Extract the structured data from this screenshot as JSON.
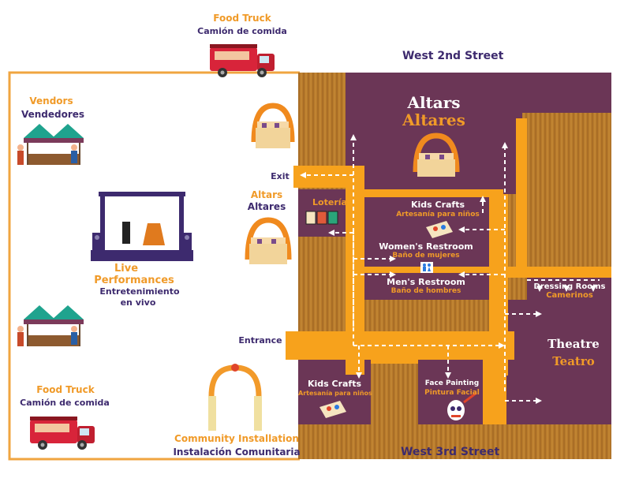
{
  "streets": {
    "north": "West 2nd Street",
    "south": "West 3rd Street"
  },
  "food_truck_top": {
    "en": "Food Truck",
    "es": "Camión de comida"
  },
  "food_truck_bottom": {
    "en": "Food Truck",
    "es": "Camión de comida"
  },
  "vendors": {
    "en": "Vendors",
    "es": "Vendedores"
  },
  "live": {
    "en_line1": "Live",
    "en_line2": "Performances",
    "es_line1": "Entretenimiento",
    "es_line2": "en vivo"
  },
  "altars_outside": {
    "en": "Altars",
    "es": "Altares"
  },
  "community": {
    "en": "Community Installation",
    "es": "Instalación Comunitaria"
  },
  "exit": "Exit",
  "entrance": "Entrance",
  "altars_main": {
    "en": "Altars",
    "es": "Altares"
  },
  "loteria": "Lotería",
  "kids_crafts_upper": {
    "en": "Kids Crafts",
    "es": "Artesanía para niños"
  },
  "womens_restroom": {
    "en": "Women's Restroom",
    "es": "Baño de mujeres"
  },
  "mens_restroom": {
    "en": "Men's Restroom",
    "es": "Baño de hombres"
  },
  "dressing_rooms": {
    "en": "Dressing Rooms",
    "es": "Camerinos"
  },
  "theatre": {
    "en": "Theatre",
    "es": "Teatro"
  },
  "kids_crafts_lower": {
    "en": "Kids Crafts",
    "es": "Artesanía para niños"
  },
  "face_painting": {
    "en": "Face Painting",
    "es": "Pintura Facial"
  },
  "colors": {
    "room_purple": "#6b3656",
    "hall_orange": "#f7a21c",
    "wood_brown": "#b5792a",
    "text_orange": "#f09a28",
    "text_purple": "#3d2a6e",
    "outline_orange": "#f0a540"
  },
  "icons": [
    "food-truck-icon",
    "vendor-tent-icon",
    "stage-icon",
    "altar-icon",
    "arch-icon",
    "loteria-cards-icon",
    "craft-icon",
    "restroom-icon",
    "face-paint-icon"
  ]
}
